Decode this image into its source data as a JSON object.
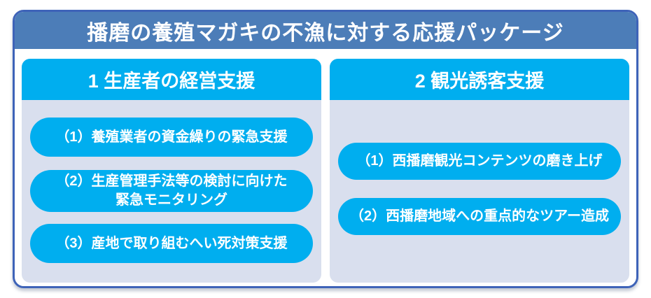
{
  "header": {
    "title": "播磨の養殖マガキの不漁に対する応援パッケージ"
  },
  "panels": [
    {
      "title": "1 生産者の経営支援",
      "items": [
        {
          "text": "（1）養殖業者の資金繰りの緊急支援"
        },
        {
          "text": "（2）生産管理手法等の検討に向けた\n緊急モニタリング"
        },
        {
          "text": "（3）産地で取り組むへい死対策支援"
        }
      ]
    },
    {
      "title": "2 観光誘客支援",
      "items": [
        {
          "text": "（1）西播磨観光コンテンツの磨き上げ"
        },
        {
          "text": "（2）西播磨地域への重点的なツアー造成"
        }
      ]
    }
  ],
  "colors": {
    "header_blue": "#4C7DB8",
    "accent_cyan": "#00AEEF",
    "panel_background": "#D9DFEE",
    "border_blue": "#3E63B8",
    "text_white": "#FFFFFF"
  }
}
